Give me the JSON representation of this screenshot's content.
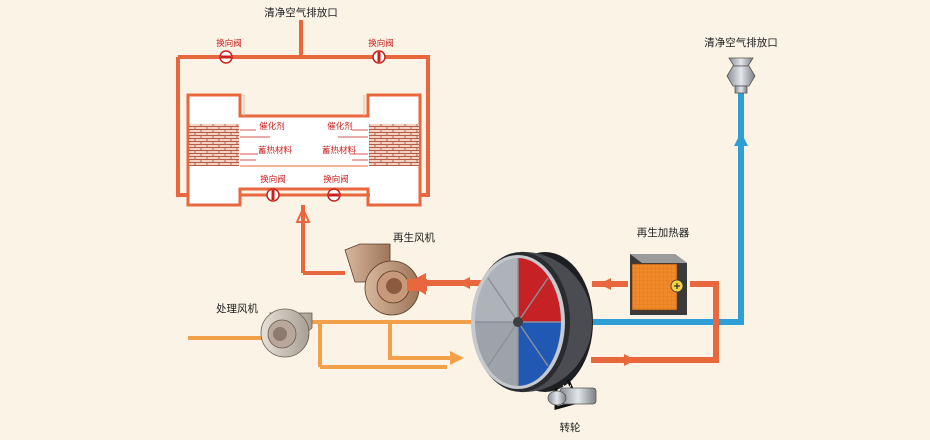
{
  "labels": {
    "clean_air_outlet_left": "清净空气排放口",
    "clean_air_outlet_right": "清净空气排放口",
    "regen_fan": "再生风机",
    "process_fan": "处理风机",
    "regen_heater": "再生加热器",
    "rotor": "转轮",
    "catalyst_left": "催化剂",
    "catalyst_right": "催化剂",
    "heat_storage_left": "蓄热材料",
    "heat_storage_right": "蓄热材料",
    "valve_top_left": "换向阀",
    "valve_top_right": "换向阀",
    "valve_bottom_left": "换向阀",
    "valve_bottom_right": "换向阀"
  },
  "colors": {
    "background": "#fbf4e6",
    "hot_duct": "#e8673f",
    "process_duct": "#f2a14a",
    "clean_duct": "#2e9fd6",
    "label_red": "#c8201e",
    "rotor_red": "#c62226",
    "rotor_blue": "#2158b3"
  },
  "icons": {
    "valve": "butterfly-valve-icon",
    "fan": "centrifugal-fan-icon",
    "heater": "heater-plus-icon",
    "silencer": "outlet-silencer-icon",
    "rotor": "rotor-wheel-icon",
    "motor": "drive-motor-icon"
  }
}
